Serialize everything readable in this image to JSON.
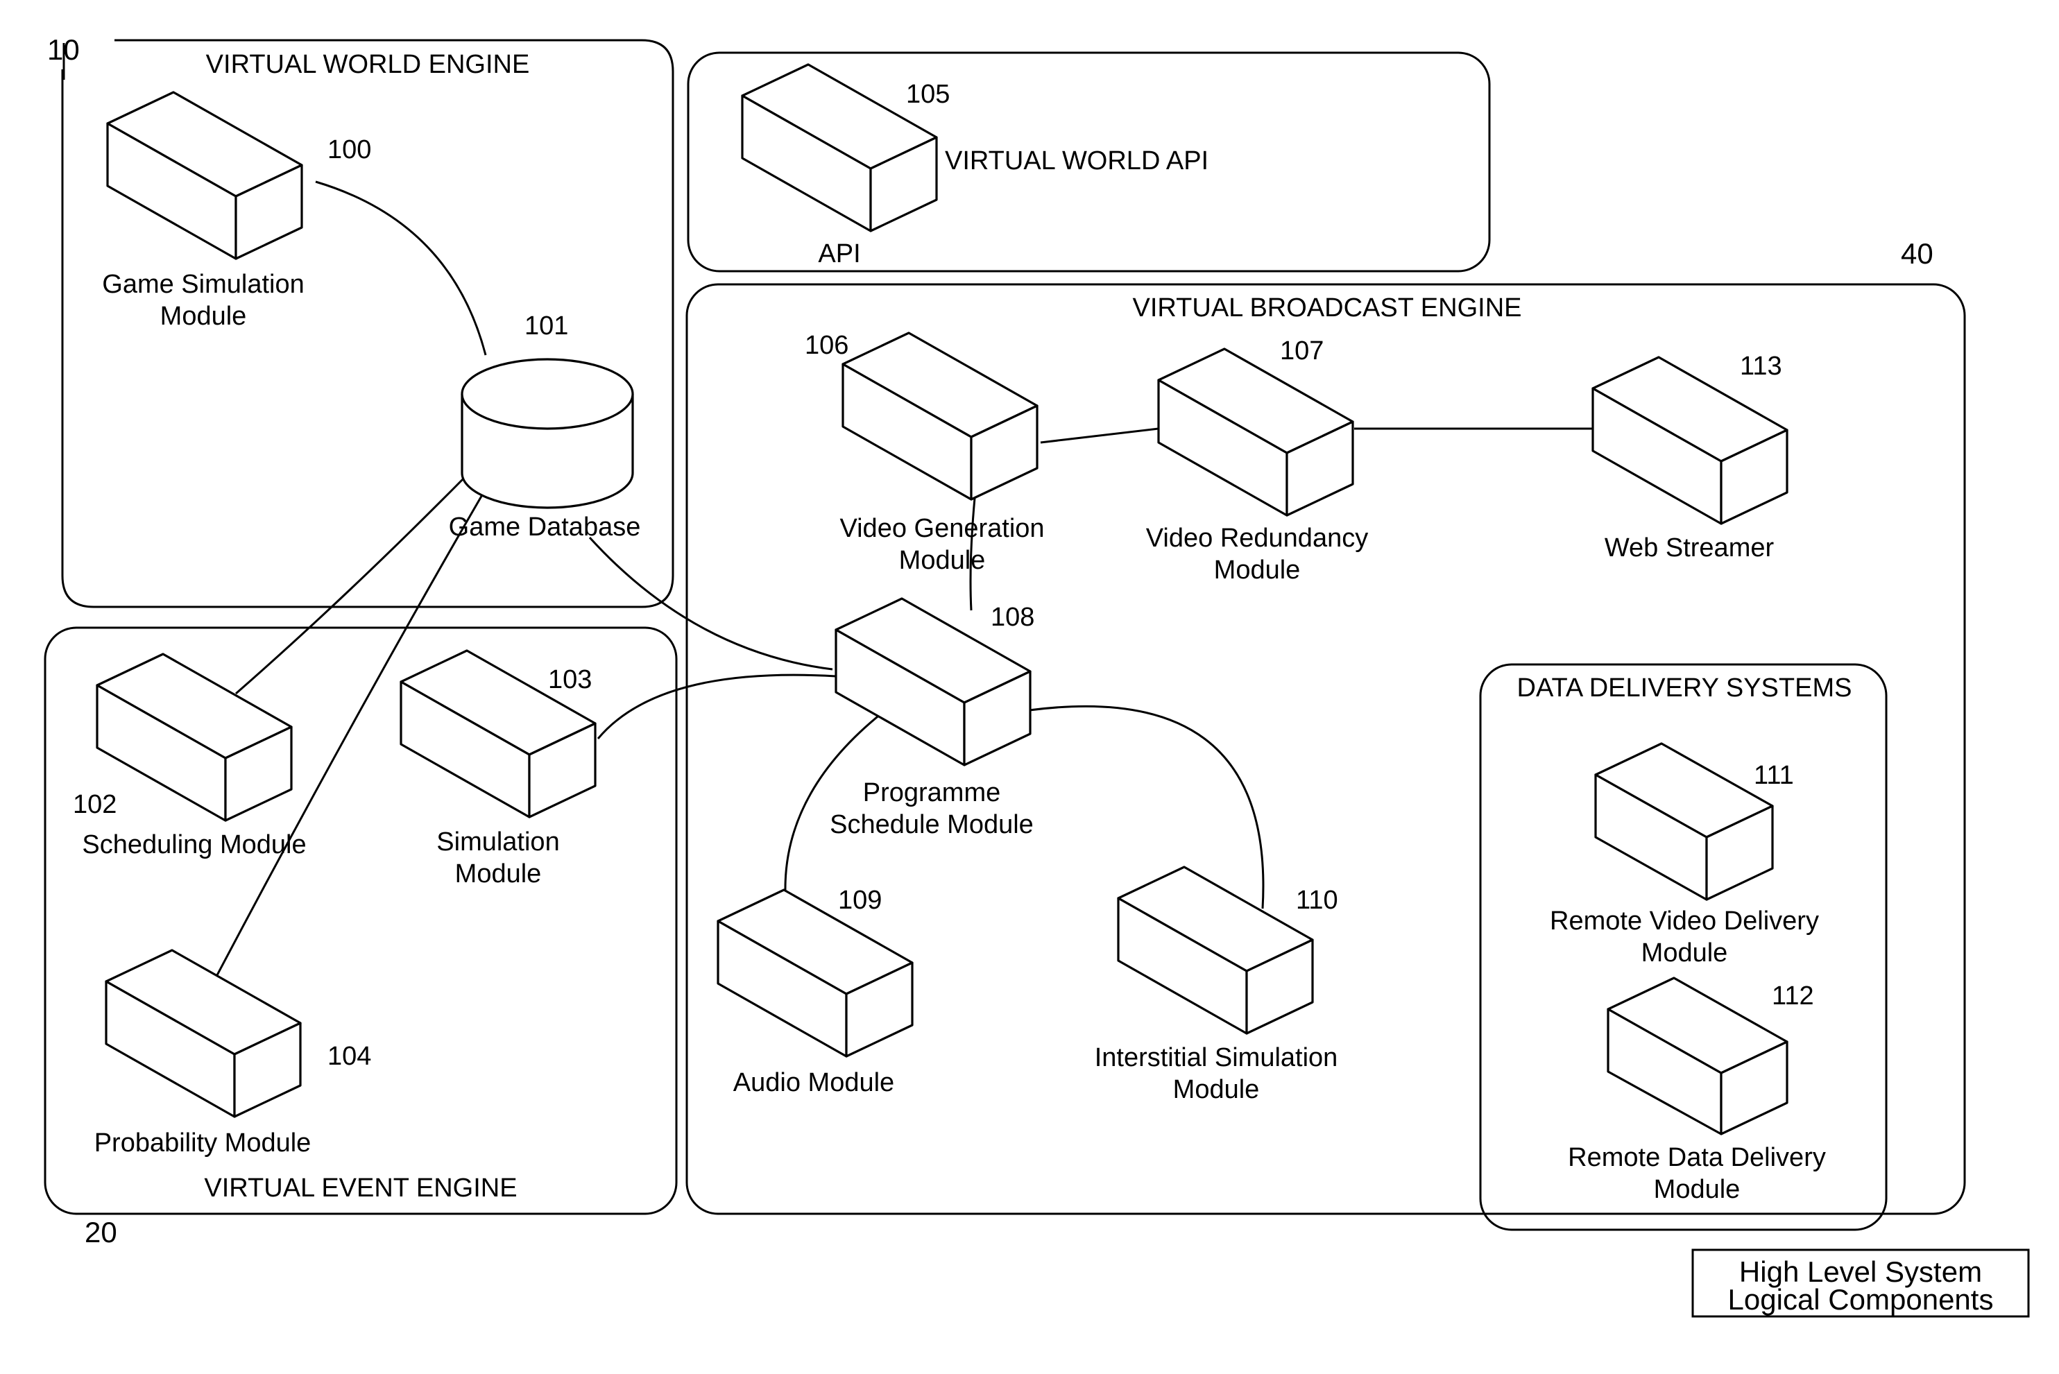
{
  "figure_refs": {
    "ref_10": "10",
    "ref_20": "20",
    "ref_40": "40"
  },
  "regions": {
    "virtual_world_engine": "VIRTUAL WORLD ENGINE",
    "virtual_world_api": "VIRTUAL WORLD API",
    "virtual_broadcast_engine": "VIRTUAL BROADCAST ENGINE",
    "virtual_event_engine": "VIRTUAL EVENT ENGINE",
    "data_delivery_systems": "DATA DELIVERY SYSTEMS"
  },
  "components": {
    "c100": {
      "num": "100",
      "label": [
        "Game Simulation",
        "Module"
      ]
    },
    "c101": {
      "num": "101",
      "label": [
        "Game Database"
      ]
    },
    "c102": {
      "num": "102",
      "label": [
        "Scheduling Module"
      ]
    },
    "c103": {
      "num": "103",
      "label": [
        "Simulation",
        "Module"
      ]
    },
    "c104": {
      "num": "104",
      "label": [
        "Probability Module"
      ]
    },
    "c105": {
      "num": "105",
      "label": [
        "API"
      ]
    },
    "c106": {
      "num": "106",
      "label": [
        "Video Generation",
        "Module"
      ]
    },
    "c107": {
      "num": "107",
      "label": [
        "Video Redundancy",
        "Module"
      ]
    },
    "c108": {
      "num": "108",
      "label": [
        "Programme",
        "Schedule Module"
      ]
    },
    "c109": {
      "num": "109",
      "label": [
        "Audio Module"
      ]
    },
    "c110": {
      "num": "110",
      "label": [
        "Interstitial Simulation",
        "Module"
      ]
    },
    "c111": {
      "num": "111",
      "label": [
        "Remote Video Delivery",
        "Module"
      ]
    },
    "c112": {
      "num": "112",
      "label": [
        "Remote Data Delivery",
        "Module"
      ]
    },
    "c113": {
      "num": "113",
      "label": [
        "Web Streamer"
      ]
    }
  },
  "caption": [
    "High Level System",
    "Logical Components"
  ]
}
